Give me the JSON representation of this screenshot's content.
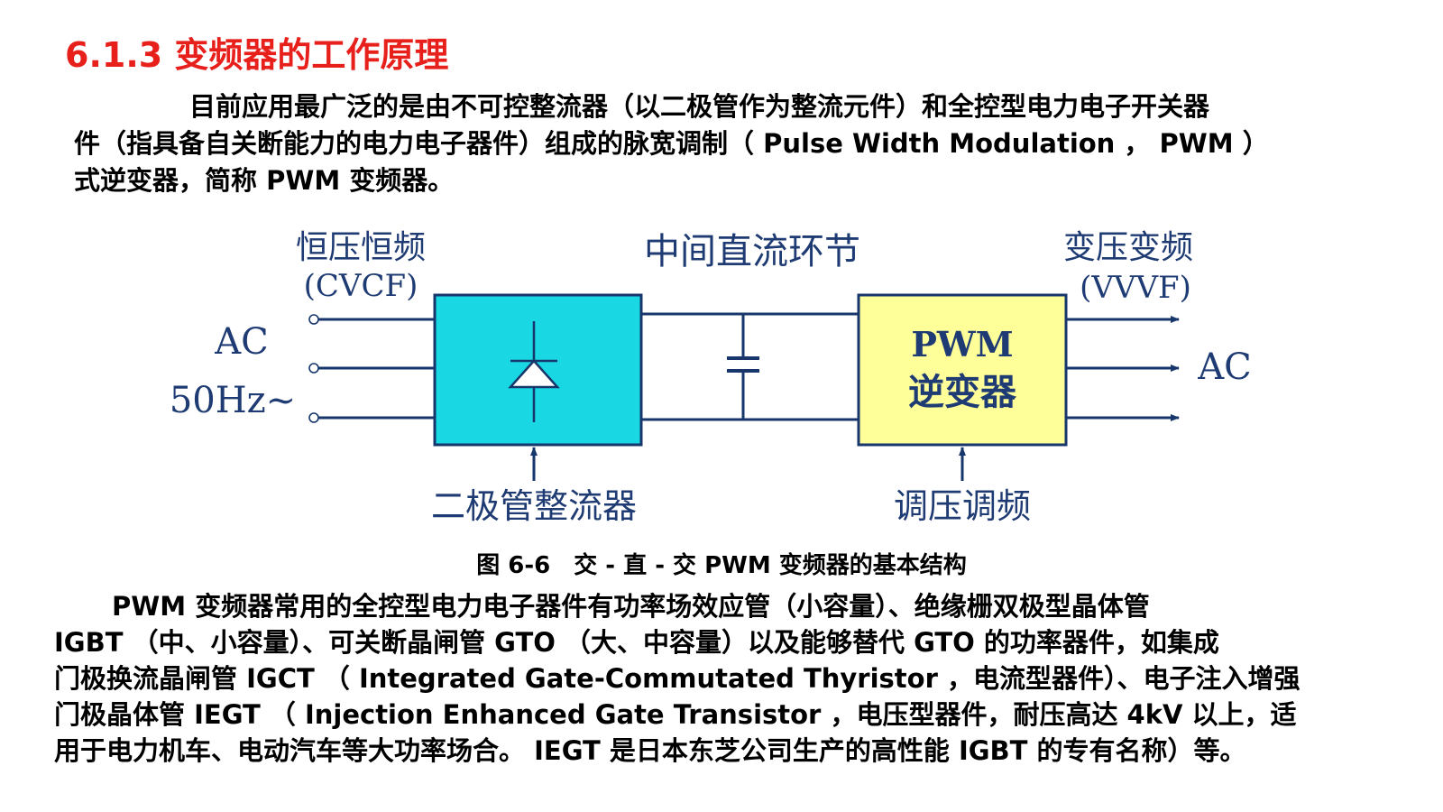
{
  "section_title": "6.1.3 变频器的工作原理",
  "intro_lines": [
    "目前应用最广泛的是由不可控整流器（以二极管作为整流元件）和全控型电力电子开关器",
    "件（指具备自关断能力的电力电子器件）组成的脉宽调制（ Pulse Width Modulation ， PWM ）",
    "式逆变器，简称 PWM 变频器。"
  ],
  "diagram": {
    "input_label_line1": "恒压恒频",
    "input_label_line2": "(CVCF)",
    "ac_in_line1": "AC",
    "ac_in_line2": "50Hz~",
    "dc_link_label": "中间直流环节",
    "output_label_line1": "变压变频",
    "output_label_line2": "(VVVF)",
    "ac_out": "AC",
    "inverter_line1": "PWM",
    "inverter_line2": "逆变器",
    "rectifier_label": "二极管整流器",
    "control_label": "调压调频",
    "colors": {
      "rectifier_fill": "#19d7e3",
      "inverter_fill": "#ffff99",
      "line": "#17366b",
      "label": "#1f3b73"
    }
  },
  "figure_caption": "图 6-6　交 - 直 - 交 PWM 变频器的基本结构",
  "body_lines": [
    "PWM 变频器常用的全控型电力电子器件有功率场效应管（小容量）、绝缘栅双极型晶体管",
    "IGBT （中、小容量）、可关断晶闸管 GTO （大、中容量）以及能够替代 GTO 的功率器件，如集成",
    "门极换流晶闸管 IGCT （ Integrated Gate-Commutated Thyristor ，电流型器件）、电子注入增强",
    "门极晶体管 IEGT （ Injection Enhanced Gate Transistor ，电压型器件，耐压高达 4kV 以上，适",
    "用于电力机车、电动汽车等大功率场合。 IEGT 是日本东芝公司生产的高性能 IGBT 的专有名称）等。"
  ]
}
